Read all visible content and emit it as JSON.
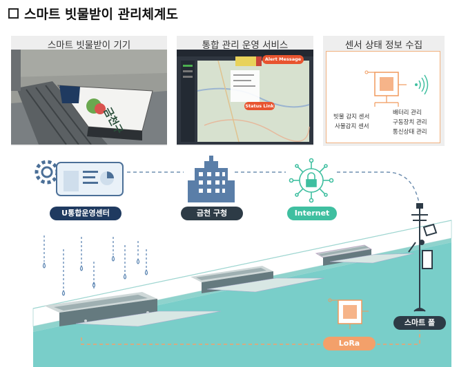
{
  "title": "스마트 빗물받이 관리체계도",
  "panels": {
    "device": {
      "caption": "스마트 빗물받이 기기",
      "plate_text": "금천구"
    },
    "service": {
      "caption": "통합 관리 운영 서비스",
      "btn_alert": "Alert Message",
      "btn_status": "Status Link"
    },
    "sensor": {
      "caption": "센서 상태 정보 수집",
      "left_items": [
        "빗물 감지 센서",
        "사물감지 센서"
      ],
      "right_items": [
        "배터리 관리",
        "구동장치 관리",
        "통신상태 관리"
      ]
    }
  },
  "nodes": {
    "ops_center": "U통합운영센터",
    "office": "금천 구청",
    "internet": "Internet",
    "smart_pole": "스마트 폴",
    "lora": "LoRa"
  },
  "colors": {
    "navy": "#1f3a60",
    "dark": "#2d3b46",
    "teal": "#3fbfa0",
    "orange": "#f3a06a",
    "road": "#79cec9",
    "icon_blue": "#4b6f97"
  }
}
